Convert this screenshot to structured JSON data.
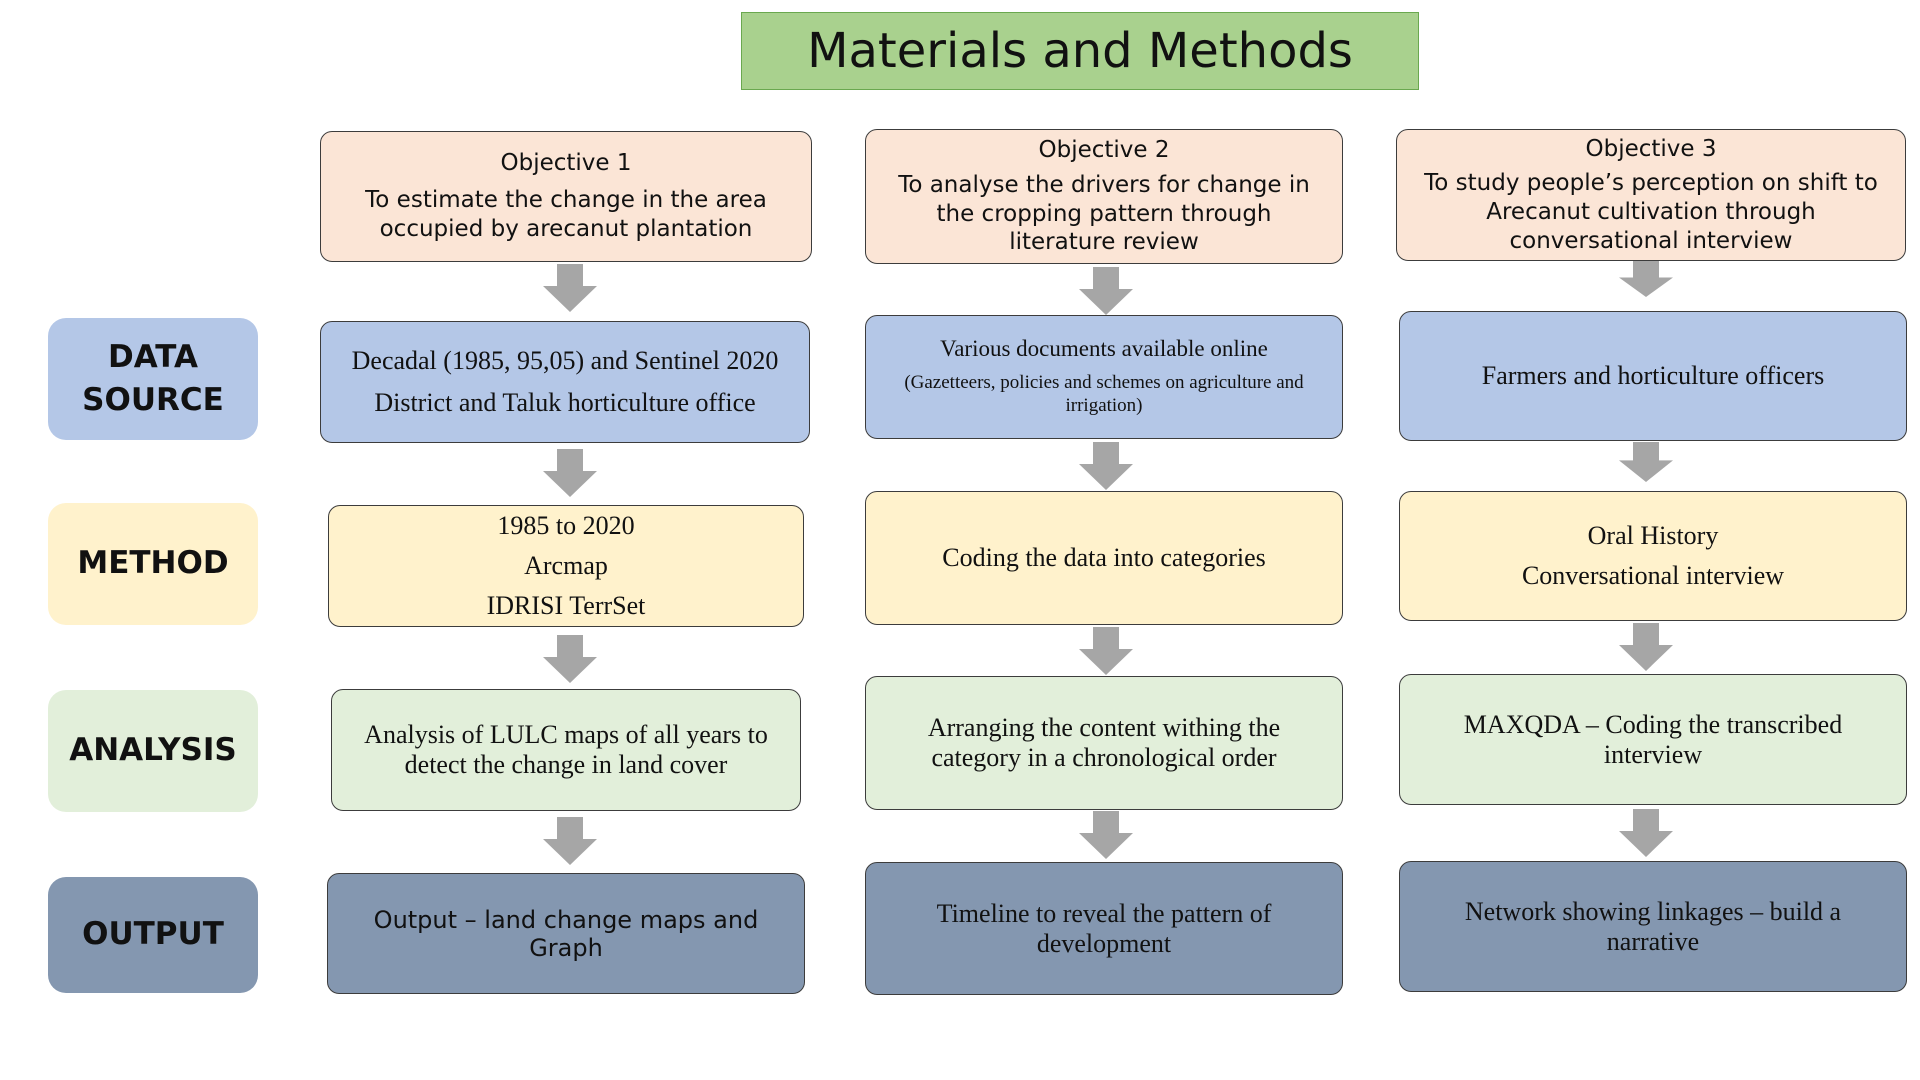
{
  "title": "Materials and Methods",
  "row_labels": {
    "data_source": "DATA SOURCE",
    "method": "METHOD",
    "analysis": "ANALYSIS",
    "output": "OUTPUT"
  },
  "objectives": [
    {
      "heading": "Objective 1",
      "text": "To estimate the change in the area occupied by arecanut plantation",
      "data_source": [
        "Decadal (1985, 95,05) and Sentinel 2020",
        "District and Taluk horticulture office"
      ],
      "method": [
        "1985 to 2020",
        "Arcmap",
        "IDRISI TerrSet"
      ],
      "analysis": "Analysis of LULC maps of all years to detect the change in land cover",
      "output": "Output – land change maps and Graph"
    },
    {
      "heading": "Objective 2",
      "text": "To analyse the drivers for change in the cropping pattern through literature review",
      "data_source": [
        "Various documents available online",
        "(Gazetteers, policies and schemes on agriculture and irrigation)"
      ],
      "method": [
        "Coding the data into categories"
      ],
      "analysis": "Arranging the content withing the category in a chronological order",
      "output": "Timeline to reveal the pattern of development"
    },
    {
      "heading": "Objective 3",
      "text": "To study people’s perception on shift to Arecanut cultivation through conversational interview",
      "data_source": [
        "Farmers and horticulture officers"
      ],
      "method": [
        "Oral History",
        "Conversational interview"
      ],
      "analysis": "MAXQDA – Coding the transcribed interview",
      "output": "Network showing linkages – build a narrative"
    }
  ],
  "colors": {
    "title": "#a9d18e",
    "objective": "#fbe5d6",
    "data_source": "#b4c7e7",
    "method": "#fff2cc",
    "analysis": "#e2efda",
    "output": "#8497b0",
    "arrow": "#a6a6a6"
  },
  "icons": {
    "arrow": "down-arrow-icon"
  }
}
